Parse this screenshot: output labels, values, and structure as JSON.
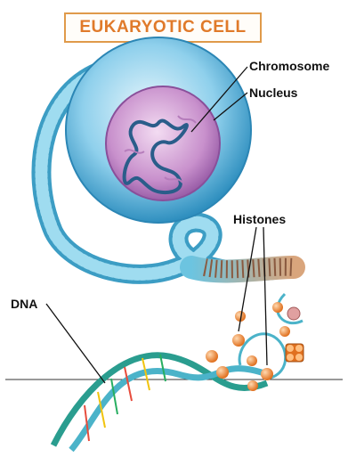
{
  "title": "EUKARYOTIC CELL",
  "labels": {
    "chromosome": "Chromosome",
    "nucleus": "Nucleus",
    "histones": "Histones",
    "dna": "DNA"
  },
  "colors": {
    "title_text": "#e07a2a",
    "title_border": "#e09a4a",
    "cell_outer": "#4fb3d9",
    "nucleus": "#c88fc8",
    "histone": "#f08a3a",
    "fiber": "#c89070"
  }
}
